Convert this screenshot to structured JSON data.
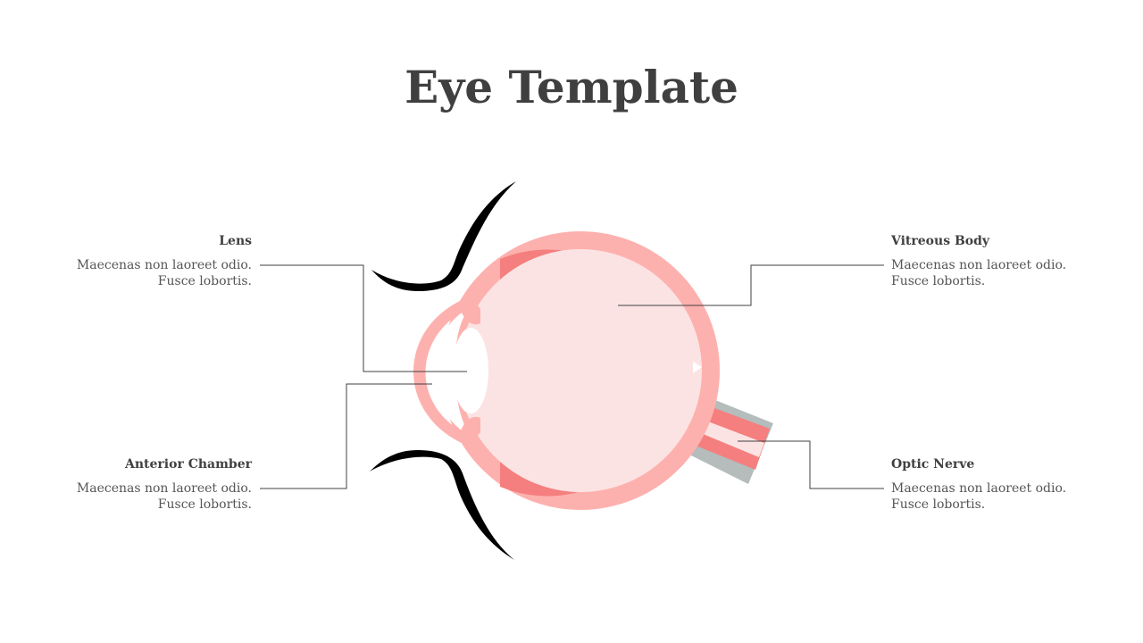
{
  "slide": {
    "title": "Eye Template"
  },
  "labels": {
    "lens": {
      "heading": "Lens",
      "text": "Maecenas non laoreet odio.\nFusce lobortis."
    },
    "anterior_chamber": {
      "heading": "Anterior Chamber",
      "text": "Maecenas non laoreet odio.\nFusce lobortis."
    },
    "vitreous_body": {
      "heading": "Vitreous Body",
      "text": "Maecenas non laoreet odio.\nFusce lobortis."
    },
    "optic_nerve": {
      "heading": "Optic Nerve",
      "text": "Maecenas non laoreet odio.\nFusce lobortis."
    }
  },
  "colors": {
    "sclera": "#fdb1ae",
    "choroid": "#f47f7e",
    "vitreous": "#fce3e3",
    "lens": "#ffffff",
    "nerve_sheath": "#b4bcbc",
    "eyelid": "#000000",
    "leader_line": "#404040"
  }
}
